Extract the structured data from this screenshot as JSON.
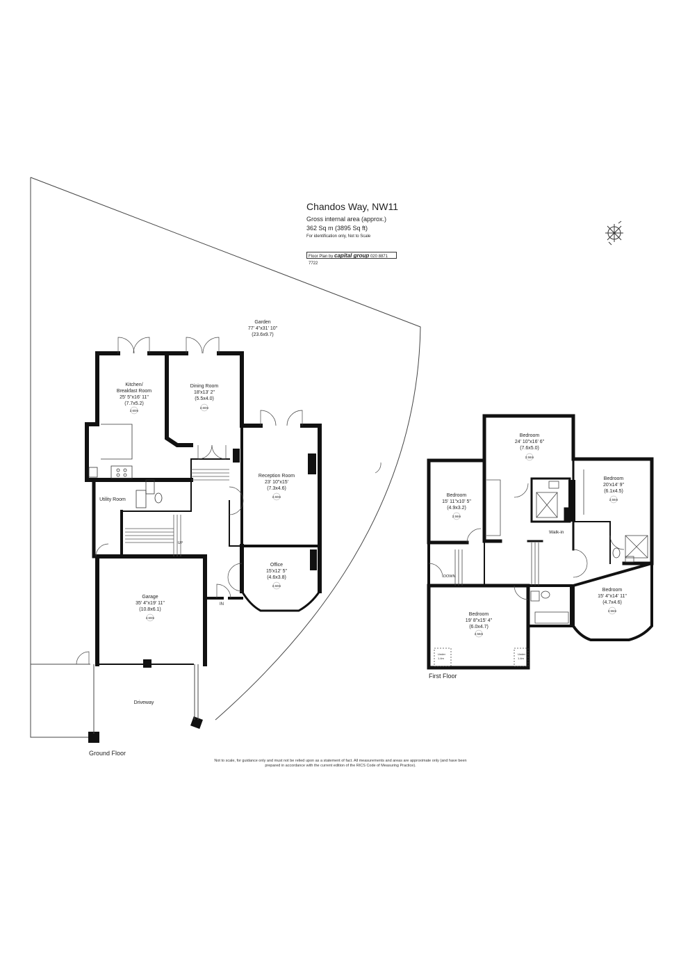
{
  "header": {
    "title": "Chandos Way, NW11",
    "area_label": "Gross internal area (approx.)",
    "area_value": "362 Sq m (3895 Sq ft)",
    "note": "For identification only, Not to Scale",
    "credit_prefix": "Floor Plan by",
    "credit_brand": "capital group",
    "credit_phone": "020 8871 7722"
  },
  "ground_floor": {
    "label": "Ground Floor",
    "garden": {
      "name": "Garden",
      "dims": "77' 4\"x31' 10\"",
      "metric": "(23.6x9.7)"
    },
    "kitchen": {
      "name1": "Kitchen/",
      "name2": "Breakfast Room",
      "dims": "25' 5\"x16' 11\"",
      "metric": "(7.7x5.2)",
      "height": "2.60m"
    },
    "dining": {
      "name": "Dining Room",
      "dims": "18'x13' 2\"",
      "metric": "(5.5x4.0)",
      "height": "2.60m"
    },
    "reception": {
      "name": "Reception Room",
      "dims": "23' 10\"x15'",
      "metric": "(7.3x4.6)",
      "height": "2.60m"
    },
    "utility": {
      "name": "Utility Room"
    },
    "office": {
      "name": "Office",
      "dims": "15'x12' 5\"",
      "metric": "(4.6x3.8)",
      "height": "2.60m"
    },
    "garage": {
      "name": "Garage",
      "dims": "35' 4\"x19' 11\"",
      "metric": "(10.8x6.1)",
      "height": "2.60m"
    },
    "driveway": {
      "name": "Driveway"
    },
    "up_label": "UP",
    "in_label": "IN"
  },
  "first_floor": {
    "label": "First Floor",
    "bed_top": {
      "name": "Bedroom",
      "dims": "24' 10\"x16' 6\"",
      "metric": "(7.6x5.0)",
      "height": "2.56m"
    },
    "bed_left": {
      "name": "Bedroom",
      "dims": "15' 11\"x10' 5\"",
      "metric": "(4.9x3.2)",
      "height": "2.56m"
    },
    "bed_right": {
      "name": "Bedroom",
      "dims": "20'x14' 9\"",
      "metric": "(6.1x4.5)",
      "height": "2.56m"
    },
    "bed_front_right": {
      "name": "Bedroom",
      "dims": "15' 4\"x14' 11\"",
      "metric": "(4.7x4.6)",
      "height": "2.56m"
    },
    "bed_bottom": {
      "name": "Bedroom",
      "dims": "19' 8\"x15' 4\"",
      "metric": "(6.0x4.7)",
      "height": "2.56m"
    },
    "walkin_label": "Walk-in",
    "down_label": "DOWN",
    "under_label1": "Under",
    "under_label2": "1.4m"
  },
  "disclaimer": "Not to scale, for guidance only and must not be relied upon as a statement of fact. All measurements and areas are approximate only (and have been prepared in accordance with the current edition of the RICS Code of Measuring Practice)."
}
